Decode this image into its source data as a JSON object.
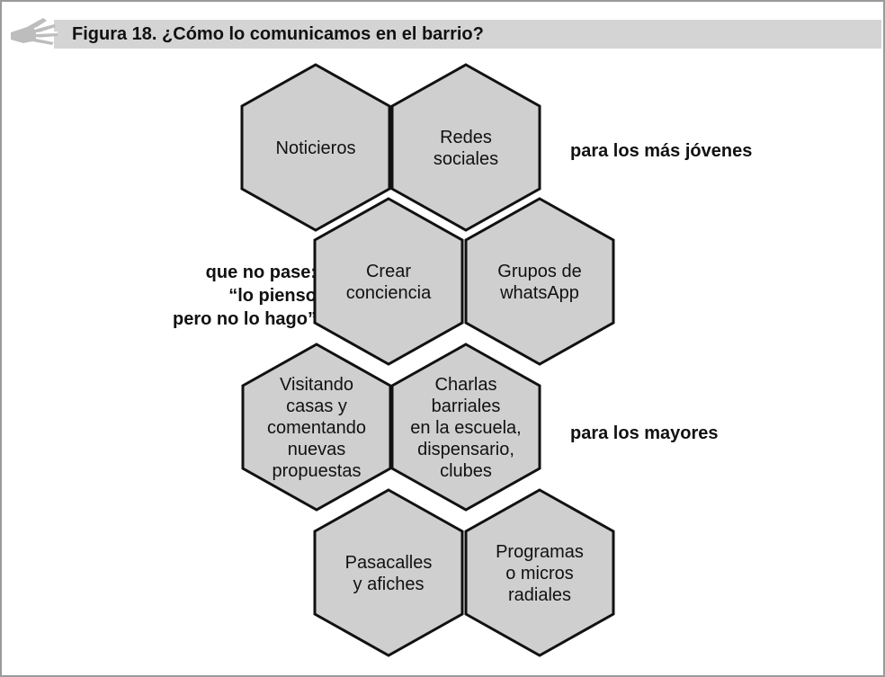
{
  "title": "Figura 18. ¿Cómo lo comunicamos en el barrio?",
  "colors": {
    "hex_fill": "#cfcfcf",
    "hex_stroke": "#111111",
    "title_bar": "#d4d4d4",
    "frame": "#9a9a9a"
  },
  "icons": {
    "header": "hand-icon"
  },
  "hexagons": [
    {
      "id": "noticieros",
      "lines": [
        "Noticieros"
      ]
    },
    {
      "id": "redes-sociales",
      "lines": [
        "Redes",
        "sociales"
      ]
    },
    {
      "id": "crear-conciencia",
      "lines": [
        "Crear",
        "conciencia"
      ]
    },
    {
      "id": "grupos-whatsapp",
      "lines": [
        "Grupos de",
        "whatsApp"
      ]
    },
    {
      "id": "visitando-casas",
      "lines": [
        "Visitando",
        "casas y",
        "comentando",
        "nuevas",
        "propuestas"
      ]
    },
    {
      "id": "charlas-barriales",
      "lines": [
        "Charlas",
        "barriales",
        "en la escuela,",
        "dispensario,",
        "clubes"
      ]
    },
    {
      "id": "pasacalles",
      "lines": [
        "Pasacalles",
        "y afiches"
      ]
    },
    {
      "id": "programas-radiales",
      "lines": [
        "Programas",
        "o micros",
        "radiales"
      ]
    }
  ],
  "side_labels": {
    "young": "para los más jóvenes",
    "older": "para los mayores",
    "awareness": [
      "que no pase:",
      "“lo pienso",
      "pero no lo hago”"
    ]
  }
}
